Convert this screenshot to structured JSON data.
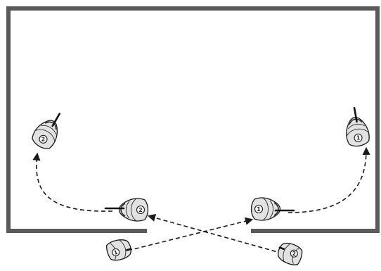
{
  "figure": {
    "walls": {
      "stroke_color": "#5a5a5a"
    },
    "paths": {
      "style": "dashed",
      "stroke_color": "#1a1a1a"
    },
    "archers": [
      {
        "id": "archer-1-start",
        "label": "1",
        "icon": "archer-figure"
      },
      {
        "id": "archer-1-mid",
        "label": "1",
        "icon": "archer-figure"
      },
      {
        "id": "archer-1-end",
        "label": "1",
        "icon": "archer-figure"
      },
      {
        "id": "archer-2-start",
        "label": "2",
        "icon": "archer-figure"
      },
      {
        "id": "archer-2-mid",
        "label": "2",
        "icon": "archer-figure"
      },
      {
        "id": "archer-2-end",
        "label": "2",
        "icon": "archer-figure"
      }
    ]
  }
}
